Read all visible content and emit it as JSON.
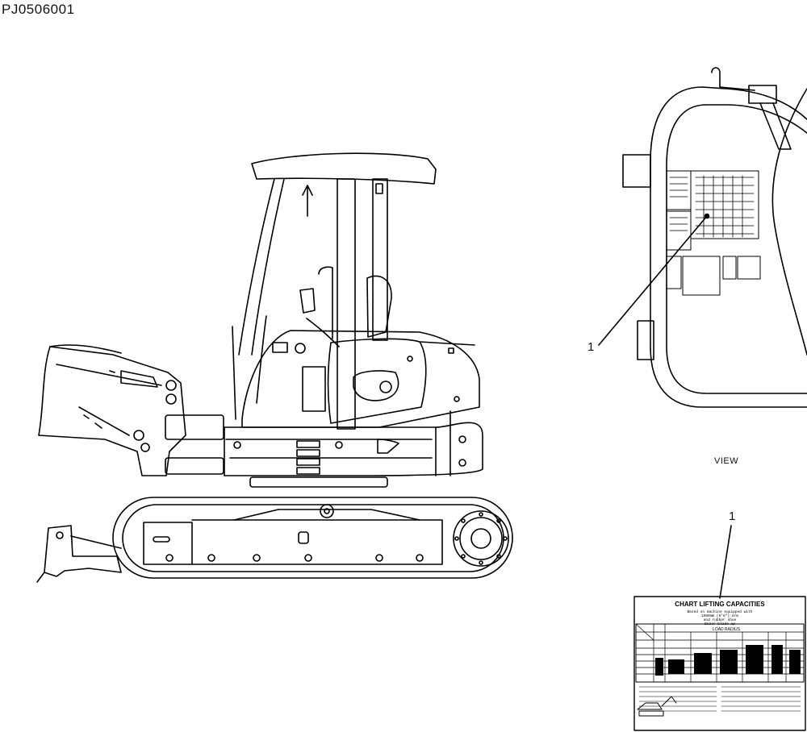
{
  "diagram": {
    "drawing_code": "PJ0506001",
    "view_label": "VIEW",
    "callouts": [
      {
        "label": "1"
      },
      {
        "label": "1"
      }
    ]
  },
  "decal": {
    "title": "CHART LIFTING CAPACITIES",
    "subtitle_lines": [
      "Based on machine equipped with",
      "1980mm (6'6\") arm",
      "and rubber shoe",
      "Dozer blade up"
    ],
    "header": "LOAD RADIUS"
  }
}
